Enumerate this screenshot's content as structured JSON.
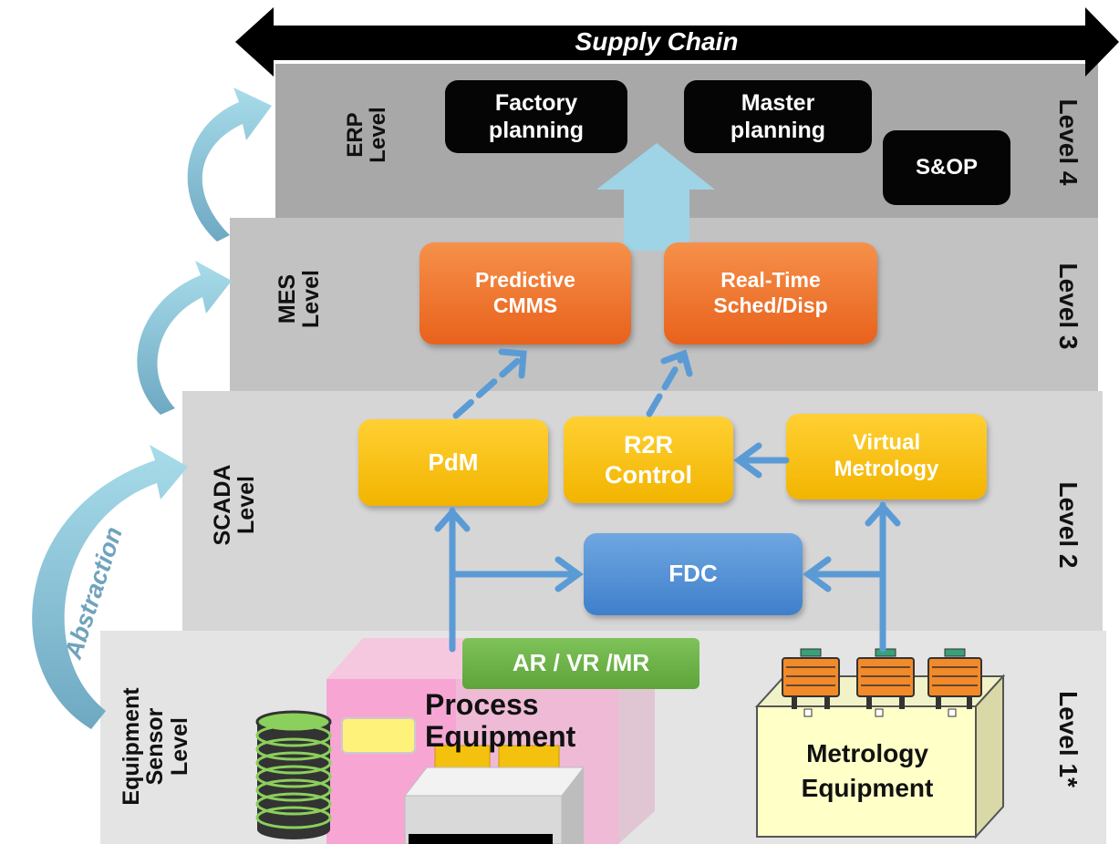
{
  "header": {
    "supply_chain": "Supply Chain"
  },
  "abstraction_label": "Abstraction",
  "levels": {
    "erp": {
      "name": "ERP\nLevel",
      "number": "Level 4"
    },
    "mes": {
      "name": "MES\nLevel",
      "number": "Level 3"
    },
    "scada": {
      "name": "SCADA\nLevel",
      "number": "Level 2"
    },
    "sensor": {
      "name": "Equipment\nSensor\nLevel",
      "number": "Level 1*"
    }
  },
  "boxes": {
    "factory_planning": "Factory\nplanning",
    "master_planning": "Master\nplanning",
    "sop": "S&OP",
    "predictive_cmms": "Predictive\nCMMS",
    "realtime_sched": "Real-Time\nSched/Disp",
    "pdm": "PdM",
    "r2r": "R2R\nControl",
    "virtual_metrology": "Virtual\nMetrology",
    "fdc": "FDC",
    "ar_vr_mr": "AR / VR /MR"
  },
  "equipment": {
    "process": "Process\nEquipment",
    "metrology": "Metrology\nEquipment"
  },
  "colors": {
    "panel_erp": "#a8a8a8",
    "panel_mes": "#c2c2c2",
    "panel_scada": "#d6d6d6",
    "panel_sensor": "#e4e4e4",
    "arrow_blue": "#5b9bd5",
    "arrow_light": "#9fd3e6",
    "black_box": "#050505",
    "orange_box": "#ee7a30",
    "yellow_box": "#f9c20f",
    "blue_box": "#5393d8",
    "green_box": "#6ab04a"
  }
}
